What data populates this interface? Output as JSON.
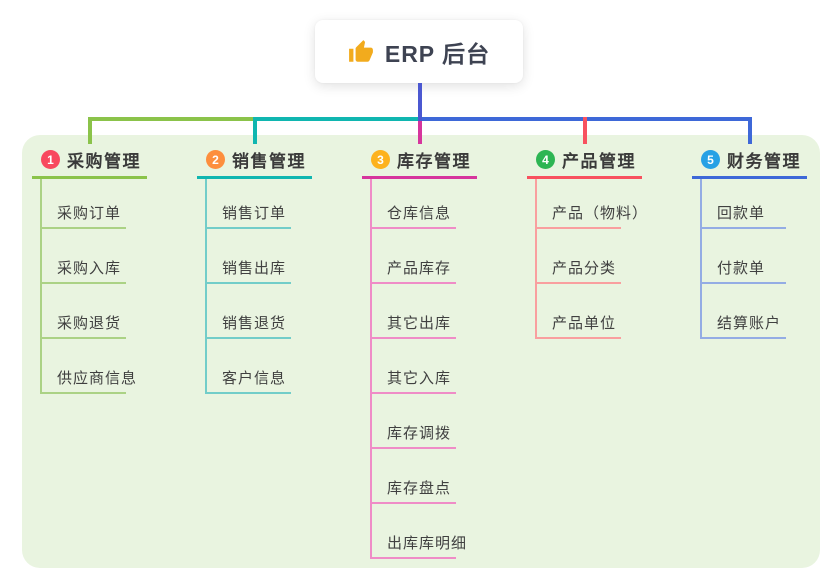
{
  "root": {
    "icon": "thumbs-up-icon",
    "title": "ERP 后台"
  },
  "canvas": {
    "background": "#ffffff",
    "panel_color": "#e9f4e0",
    "trunk_color": "#4b58d1",
    "icon_color": "#f2ab1d"
  },
  "branches": [
    {
      "badge": "1",
      "badge_color": "#f8485e",
      "color": "#8bc34a",
      "light_color": "#abd285",
      "title": "采购管理",
      "children": [
        "采购订单",
        "采购入库",
        "采购退货",
        "供应商信息"
      ]
    },
    {
      "badge": "2",
      "badge_color": "#fd8e3d",
      "color": "#10b6b0",
      "light_color": "#72cdc9",
      "title": "销售管理",
      "children": [
        "销售订单",
        "销售出库",
        "销售退货",
        "客户信息"
      ]
    },
    {
      "badge": "3",
      "badge_color": "#fdb21d",
      "color": "#d6359d",
      "light_color": "#ef8cc7",
      "title": "库存管理",
      "children": [
        "仓库信息",
        "产品库存",
        "其它出库",
        "其它入库",
        "库存调拨",
        "库存盘点",
        "出库库明细"
      ]
    },
    {
      "badge": "4",
      "badge_color": "#2db553",
      "color": "#f8515f",
      "light_color": "#f99f9f",
      "title": "产品管理",
      "children": [
        "产品（物料）",
        "产品分类",
        "产品单位"
      ]
    },
    {
      "badge": "5",
      "badge_color": "#27a1e5",
      "color": "#3e68d8",
      "light_color": "#94ace4",
      "title": "财务管理",
      "children": [
        "回款单",
        "付款单",
        "结算账户"
      ]
    }
  ]
}
